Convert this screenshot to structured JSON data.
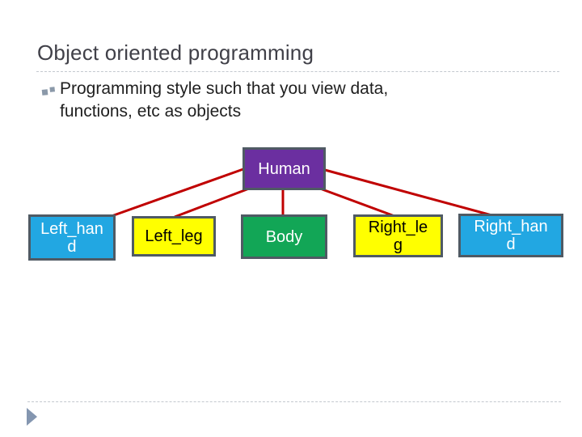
{
  "slide": {
    "title": "Object oriented programming",
    "bullet_text": "Programming style such that you view data,\nfunctions, etc as objects"
  },
  "diagram": {
    "root": {
      "label": "Human",
      "fill": "#6b2fa0",
      "text_color": "#ffffff"
    },
    "children": [
      {
        "label": "Left_han\nd",
        "fill": "#22a7e2",
        "text_color": "#ffffff"
      },
      {
        "label": "Left_leg",
        "fill": "#ffff00",
        "text_color": "#000000"
      },
      {
        "label": "Body",
        "fill": "#12a656",
        "text_color": "#ffffff"
      },
      {
        "label": "Right_le\ng",
        "fill": "#ffff00",
        "text_color": "#000000"
      },
      {
        "label": "Right_han\nd",
        "fill": "#22a7e2",
        "text_color": "#ffffff"
      }
    ],
    "connector_color": "#c00000",
    "node_border_color": "#4f5a64"
  },
  "decorations": {
    "separator_color": "#c3c9cf",
    "bullet_marker_icon": "double-square-bullet",
    "bullet_marker_color": "#8b99a9",
    "corner_arrow_icon": "right-triangle",
    "corner_arrow_color": "#8496b0"
  }
}
